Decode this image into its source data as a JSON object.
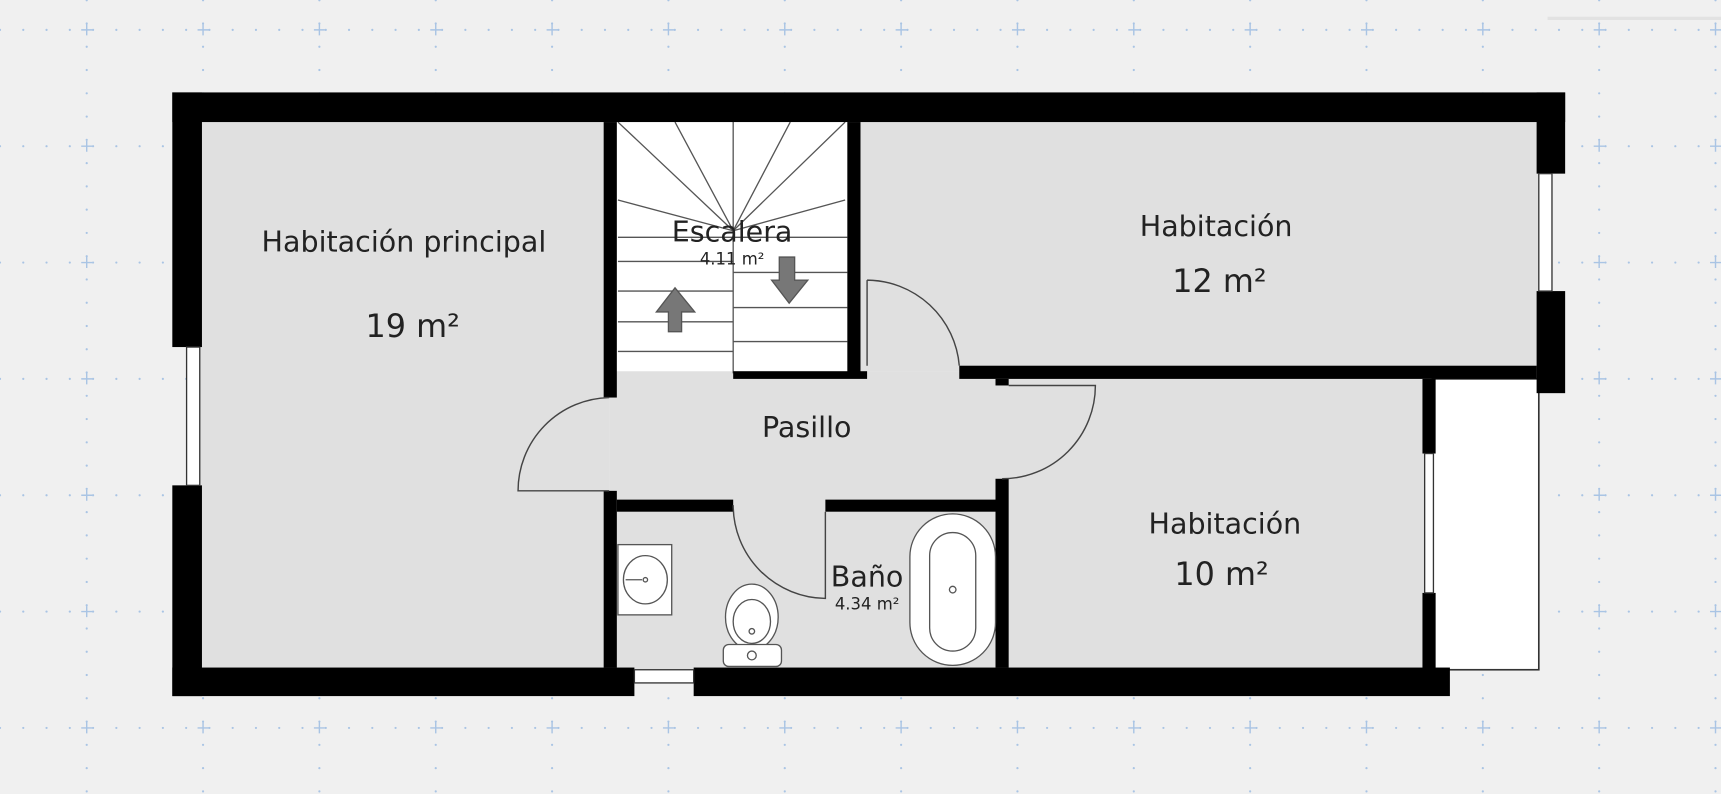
{
  "floorplan": {
    "rooms": [
      {
        "id": "master",
        "name": "Habitación principal",
        "area": "19 m²"
      },
      {
        "id": "stairs",
        "name": "Escalera",
        "area": "4.11 m²"
      },
      {
        "id": "bedroom1",
        "name": "Habitación",
        "area": "12 m²"
      },
      {
        "id": "hall",
        "name": "Pasillo"
      },
      {
        "id": "bathroom",
        "name": "Baño",
        "area": "4.34 m²"
      },
      {
        "id": "bedroom2",
        "name": "Habitación",
        "area": "10 m²"
      }
    ]
  },
  "colors": {
    "background": "#f0f0f0",
    "wall": "#000000",
    "room": "#e0e0e0",
    "grid": "#a9c4e4"
  }
}
